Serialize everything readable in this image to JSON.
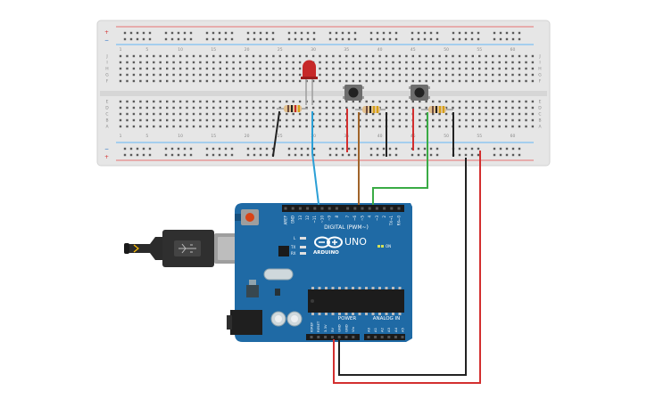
{
  "breadboard": {
    "column_numbers": [
      "1",
      "5",
      "10",
      "15",
      "20",
      "25",
      "30",
      "35",
      "40",
      "45",
      "50",
      "55",
      "60"
    ],
    "row_letters_top": [
      "J",
      "I",
      "H",
      "G",
      "F"
    ],
    "row_letters_bottom": [
      "E",
      "D",
      "C",
      "B",
      "A"
    ],
    "rail_plus": "+",
    "rail_minus": "−"
  },
  "arduino": {
    "model_label": "UNO",
    "brand_label": "ARDUINO",
    "digital_label": "DIGITAL (PWM~)",
    "power_label": "POWER",
    "analog_label": "ANALOG IN",
    "on_label": "ON",
    "tx_label": "TX",
    "rx_label": "RX",
    "l_label": "L",
    "digital_pins": [
      "AREF",
      "GND",
      "13",
      "12",
      "~11",
      "~10",
      "~9",
      "8",
      "7",
      "~6",
      "~5",
      "4",
      "~3",
      "2",
      "TX→1",
      "RX←0"
    ],
    "power_pins": [
      "IOREF",
      "RESET",
      "3.3V",
      "5V",
      "GND",
      "GND",
      "Vin"
    ],
    "analog_pins": [
      "A0",
      "A1",
      "A2",
      "A3",
      "A4",
      "A5"
    ]
  },
  "colors": {
    "board": "#1f6aa5",
    "board_dark": "#164f7d",
    "breadboard": "#e8e8e8",
    "wire_blue": "#2a9fd6",
    "wire_brown": "#a0642a",
    "wire_green": "#3aab45",
    "wire_red": "#d32f2f",
    "wire_black": "#222222",
    "led": "#c62828"
  }
}
